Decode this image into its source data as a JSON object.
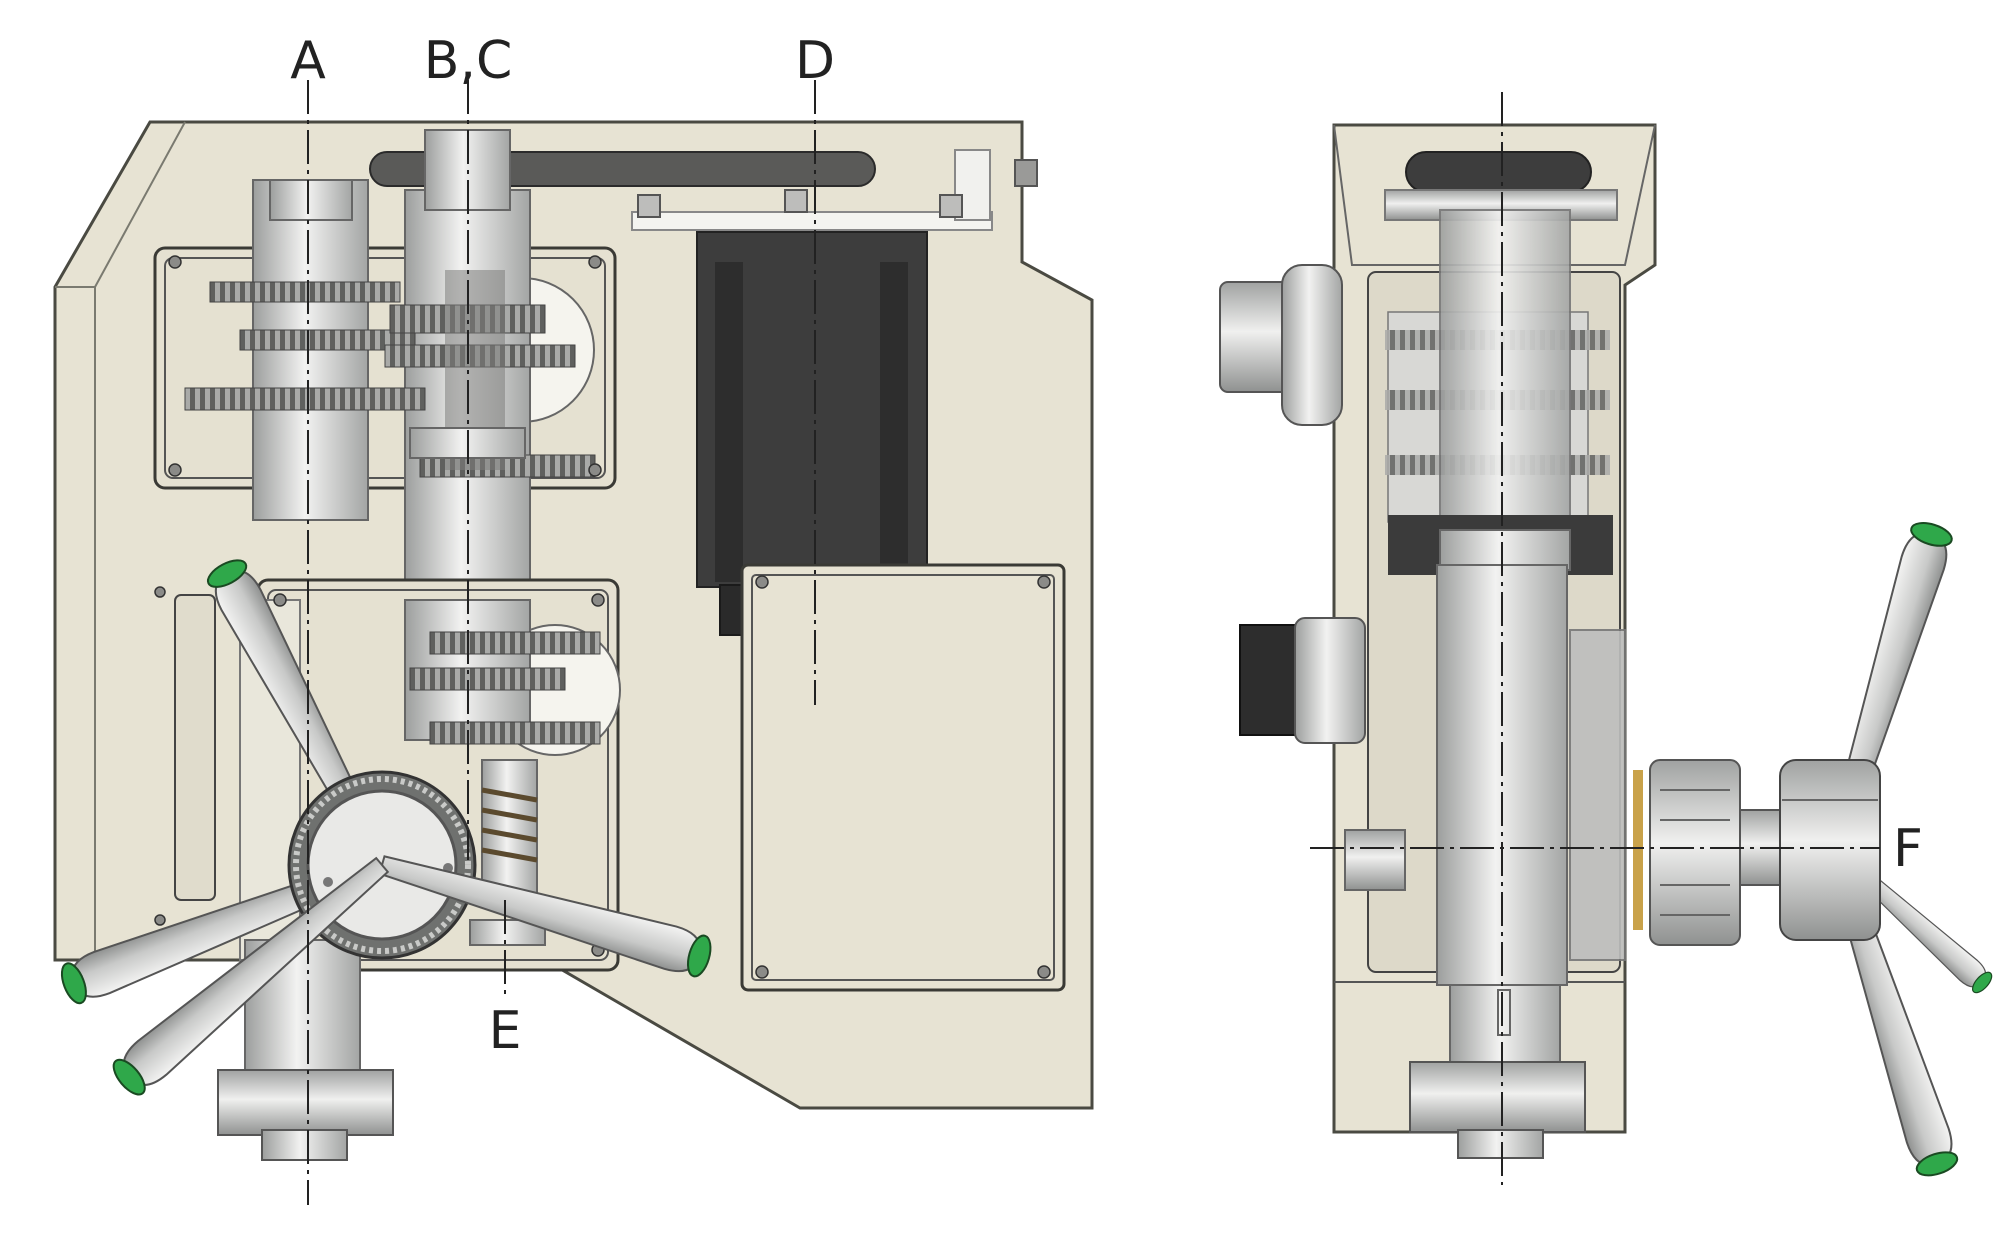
{
  "labels": {
    "a": "A",
    "bc": "B,C",
    "d": "D",
    "e": "E",
    "f": "F"
  },
  "colors": {
    "housing": "#e7e3d3",
    "housing_edge": "#4a4a42",
    "steel": "#cfd0cf",
    "steel_dark": "#8d8f8e",
    "motor": "#3d3d3d",
    "gear": "#9a9b99",
    "handle_tip": "#2fa84a",
    "bronze": "#c9a24a"
  }
}
